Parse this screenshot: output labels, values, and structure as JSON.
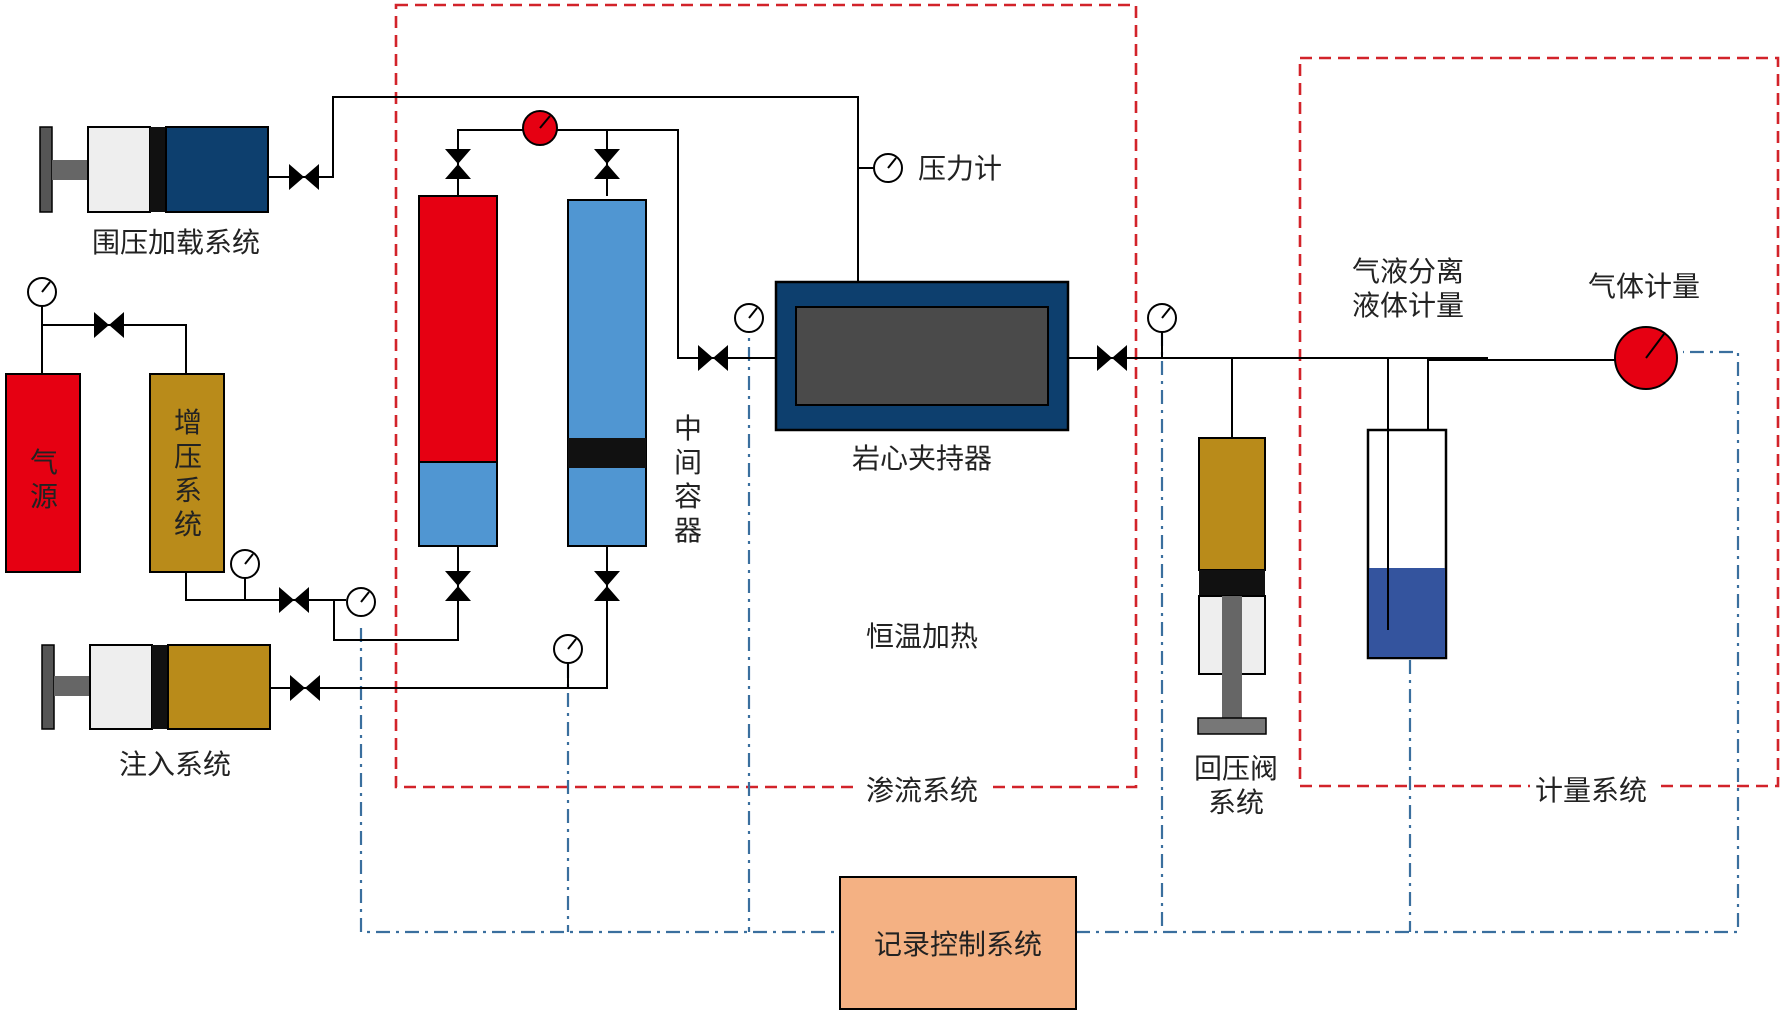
{
  "labels": {
    "confining": "围压加载系统",
    "injection": "注入系统",
    "gas_source": [
      "气",
      "源"
    ],
    "booster": [
      "增",
      "压",
      "系",
      "统"
    ],
    "intermediate": [
      "中",
      "间",
      "容",
      "器"
    ],
    "pressure_gauge": "压力计",
    "core_holder": "岩心夹持器",
    "heating": "恒温加热",
    "seepage": "渗流系统",
    "back_pressure": [
      "回压阀",
      "系统"
    ],
    "separation": [
      "气液分离",
      "液体计量"
    ],
    "gas_meter": "气体计量",
    "metering": "计量系统",
    "control": "记录控制系统"
  },
  "colors": {
    "red": "#e60012",
    "light_blue": "#5096d2",
    "navy": "#0d3f6e",
    "gold": "#b98b1a",
    "dark_gray": "#4a4a4a",
    "control_box": "#f4b183",
    "zone_border": "#d2232a",
    "control_line": "#3a6f9e",
    "liquid": "#34549e"
  }
}
